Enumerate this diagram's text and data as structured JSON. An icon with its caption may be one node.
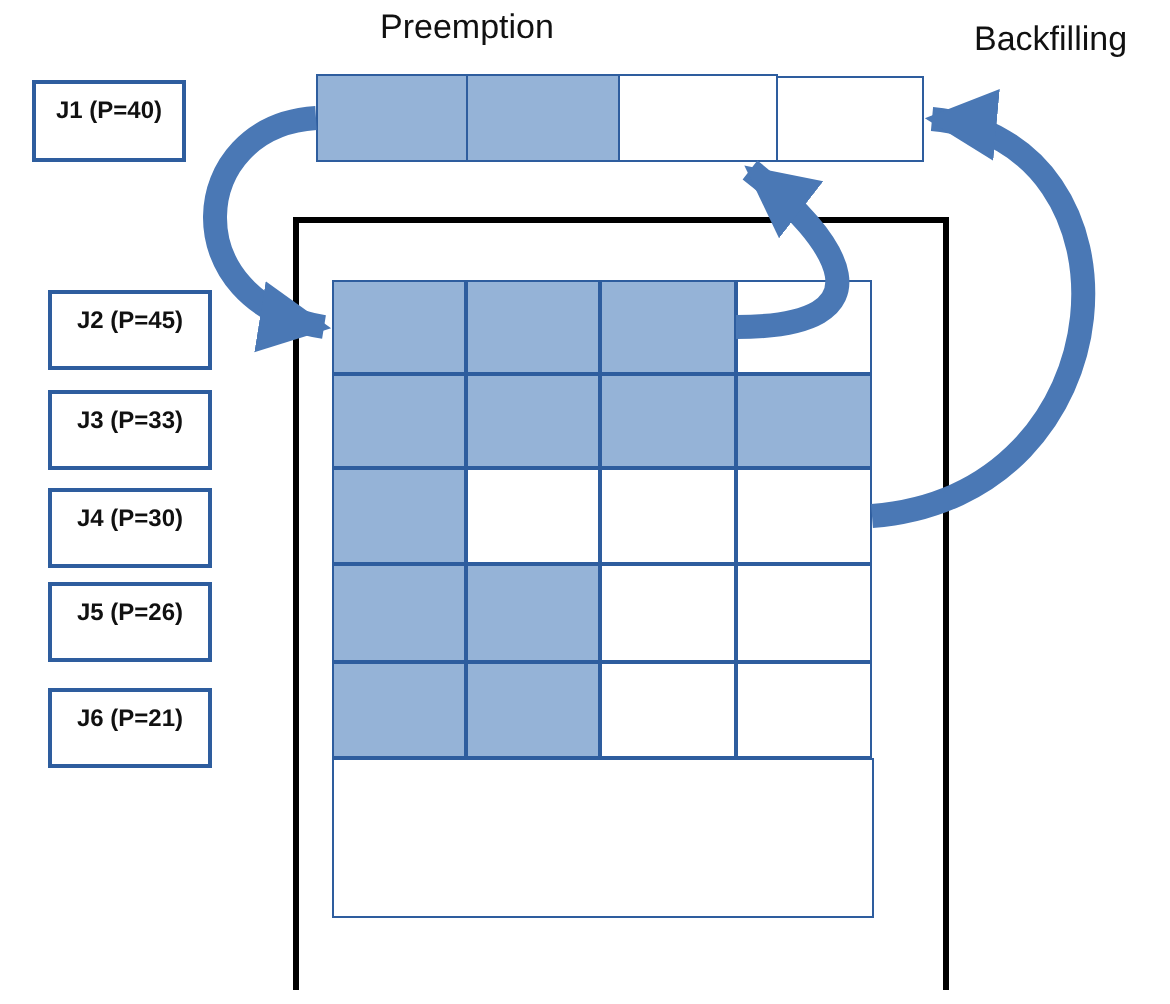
{
  "diagram": {
    "nodes": [
      {
        "text": [
          "J1 (P=40)"
        ]
      },
      {
        "text": [
          "J2 (P=45)"
        ]
      },
      {
        "text": [
          "J3 (P=33)"
        ]
      },
      {
        "text": [
          "J4 (P=30)"
        ]
      },
      {
        "text": [
          "J5 (P=26)"
        ]
      },
      {
        "text": [
          "J6 (P=21)"
        ]
      },
      {
        "text": [],
        "shape": "box"
      },
      {
        "text": [],
        "shape": "box"
      },
      {
        "text": [],
        "shape": "box"
      },
      {
        "text": [],
        "shape": "box"
      },
      {
        "text": [],
        "shape": "box"
      },
      {
        "text": [],
        "shape": "box"
      },
      {
        "text": [],
        "shape": "box"
      },
      {
        "text": [],
        "shape": "box"
      },
      {
        "text": [],
        "shape": "box"
      },
      {
        "text": [],
        "shape": "box"
      },
      {
        "text": [],
        "shape": "box"
      },
      {
        "text": [],
        "shape": "box"
      },
      {
        "text": [],
        "shape": "box"
      },
      {
        "text": [],
        "shape": "box"
      },
      {
        "text": [],
        "shape": "box"
      },
      {
        "text": [],
        "shape": "box"
      },
      {
        "text": [],
        "shape": "box"
      },
      {
        "text": [],
        "shape": "box"
      },
      {
        "text": [],
        "shape": "box"
      },
      {
        "text": [],
        "shape": "box"
      },
      {
        "text": [],
        "shape": "box"
      },
      {
        "text": [],
        "shape": "box"
      },
      {
        "text": [],
        "shape": "box"
      },
      {
        "text": [],
        "shape": "box"
      },
      {
        "text": [],
        "shape": "box"
      }
    ],
    "edges": [
      {
        "from": 6,
        "to": 10,
        "arrow": "to"
      },
      {
        "from": 13,
        "to": 8,
        "arrow": "to"
      },
      {
        "from": 21,
        "to": 9,
        "arrow": "to"
      }
    ],
    "labels": [
      "Preemption",
      "Backfilling"
    ]
  }
}
